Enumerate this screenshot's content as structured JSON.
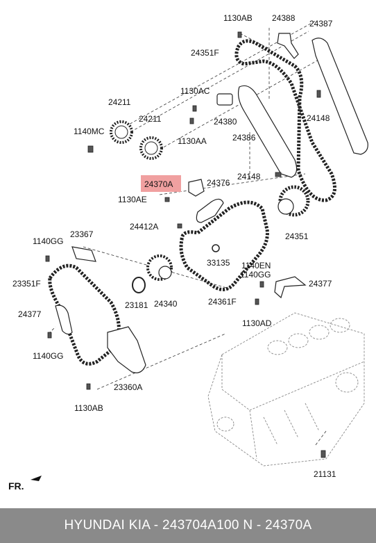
{
  "labels": {
    "l_1130AB_top": "1130AB",
    "l_24388": "24388",
    "l_24387": "24387",
    "l_24351F": "24351F",
    "l_1130AC": "1130AC",
    "l_24211_a": "24211",
    "l_24211_b": "24211",
    "l_1140MC": "1140MC",
    "l_24380": "24380",
    "l_1130AA": "1130AA",
    "l_24148_r": "24148",
    "l_24386": "24386",
    "l_24148_m": "24148",
    "l_24370A": "24370A",
    "l_24376": "24376",
    "l_1130AE": "1130AE",
    "l_24412A": "24412A",
    "l_24351": "24351",
    "l_1140GG_a": "1140GG",
    "l_23367": "23367",
    "l_33135": "33135",
    "l_1140EN": "1140EN",
    "l_1140GG_b": "1140GG",
    "l_24377_r": "24377",
    "l_23351F": "23351F",
    "l_23181": "23181",
    "l_24340": "24340",
    "l_24361F": "24361F",
    "l_1130AD": "1130AD",
    "l_24377_l": "24377",
    "l_1140GG_c": "1140GG",
    "l_23360A": "23360A",
    "l_1130AB_bot": "1130AB",
    "l_21131": "21131"
  },
  "direction_label": "FR.",
  "footer_text": "HYUNDAI  KIA - 243704A100     N - 24370A",
  "highlight_color": "#f0a0a0"
}
